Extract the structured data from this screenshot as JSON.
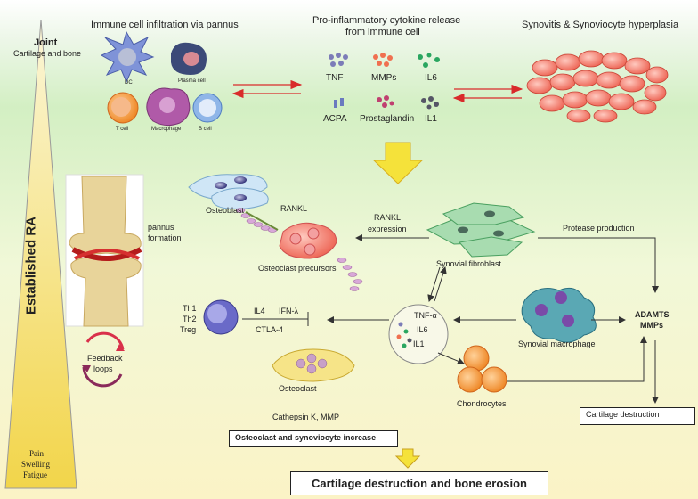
{
  "side": {
    "joint_title": "Joint",
    "joint_sub": "Cartilage and bone",
    "stage": "Established RA",
    "symptoms": [
      "Pain",
      "Swelling",
      "Fatigue"
    ]
  },
  "top": {
    "infiltration_title": "Immune cell infiltration  via  pannus",
    "cytokine_title_1": "Pro-inflammatory cytokine release",
    "cytokine_title_2": "from immune cell",
    "synovitis_title": "Synovitis & Synoviocyte hyperplasia",
    "cells": {
      "dc": "DC",
      "plasma": "Plasma cell",
      "tcell": "T cell",
      "macrophage": "Macrophage",
      "bcell": "B cell"
    },
    "cytokines": [
      "TNF",
      "MMPs",
      "IL6",
      "ACPA",
      "Prostaglandin",
      "IL1"
    ]
  },
  "joint": {
    "pannus_1": "pannus",
    "pannus_2": "formation",
    "feedback_1": "Feedback",
    "feedback_2": "loops"
  },
  "labels": {
    "osteoblast": "Osteoblast",
    "rankl": "RANKL",
    "rankl_expr_1": "RANKL",
    "rankl_expr_2": "expression",
    "protease": "Protease production",
    "synovial_fibroblast": "Synovial fibroblast",
    "osteoclast_precursors": "Osteoclast precursors",
    "th": [
      "Th1",
      "Th2",
      "Treg"
    ],
    "il4": "IL4",
    "ifn": "IFN-λ",
    "ctla4": "CTLA-4",
    "tnfa": "TNF-α",
    "il6": "IL6",
    "il1": "IL1",
    "adamts": "ADAMTS",
    "mmps": "MMPs",
    "synovial_macrophage": "Synovial macrophage",
    "osteoclast": "Osteoclast",
    "cathepsin": "Cathepsin K, MMP",
    "chondrocytes": "Chondrocytes",
    "cartilage_destruction_box": "Cartilage destruction",
    "osteoclast_increase_box": "Osteoclast and synoviocyte increase",
    "final_box": "Cartilage destruction and bone erosion"
  },
  "colors": {
    "arrow_red": "#d92b2b",
    "arrow_yellow": "#f5e23a",
    "triangle": "#f3d84a"
  }
}
